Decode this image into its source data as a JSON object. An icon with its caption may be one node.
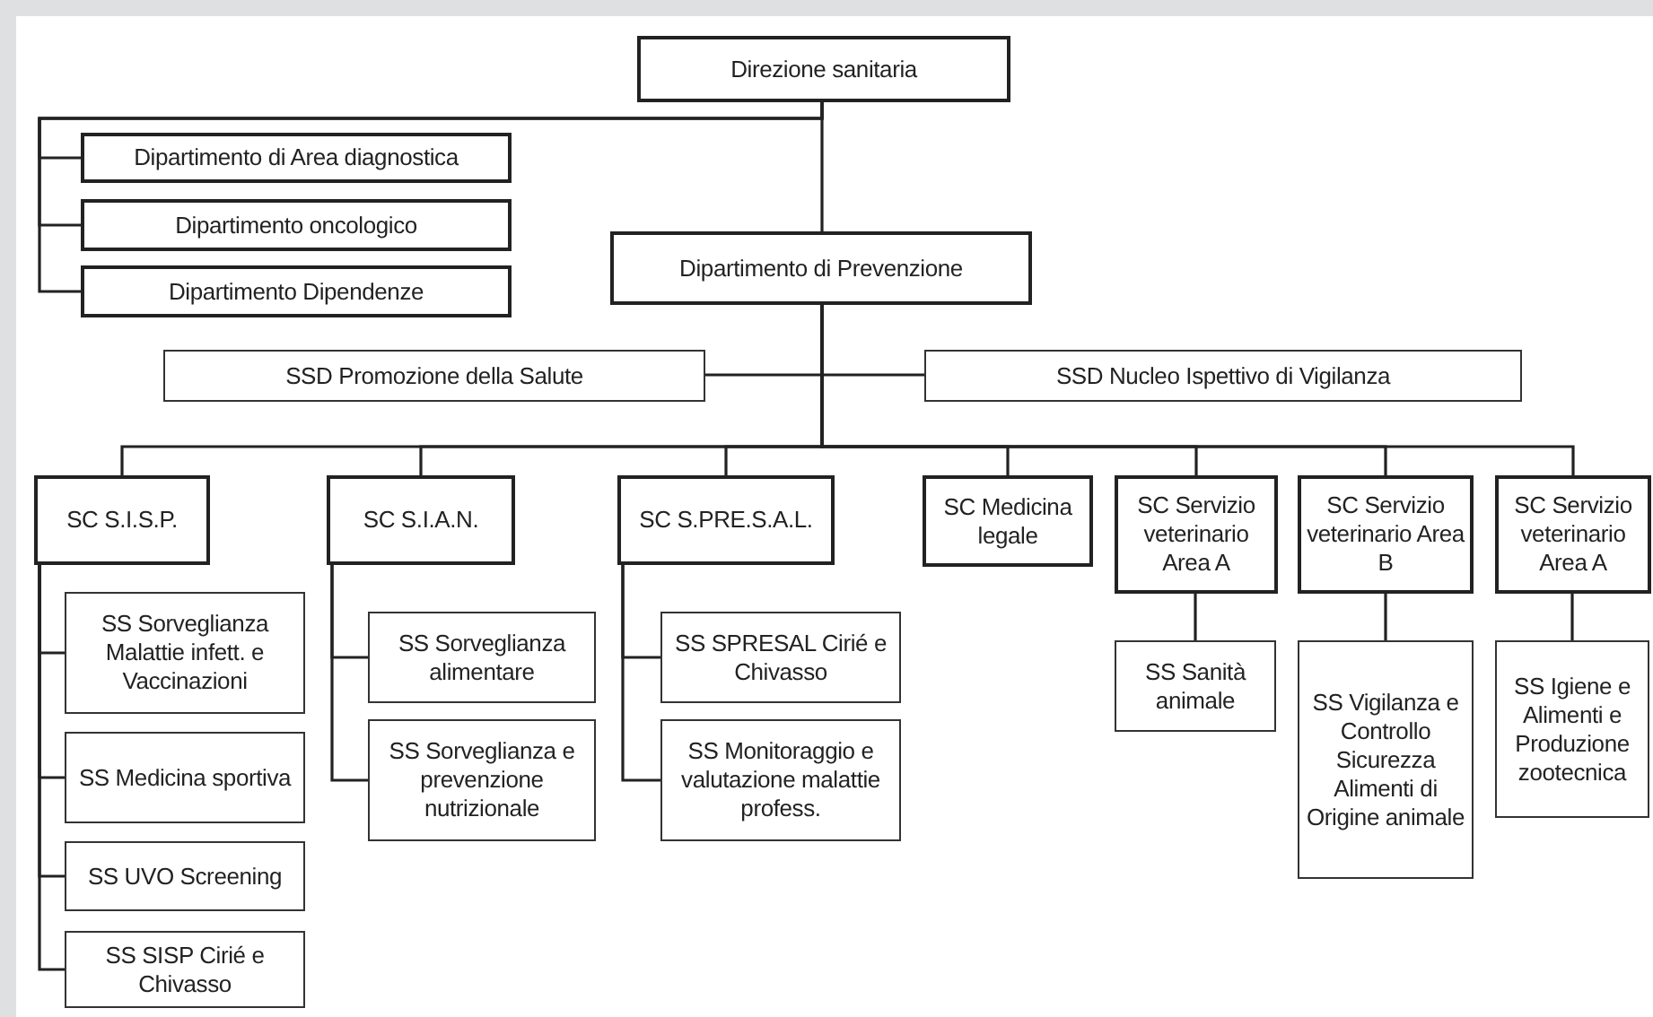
{
  "diagram": {
    "nodes": [
      {
        "text": [
          "Direzione sanitaria"
        ]
      },
      {
        "text": [
          "Dipartimento di Area diagnostica"
        ]
      },
      {
        "text": [
          "Dipartimento oncologico"
        ]
      },
      {
        "text": [
          "Dipartimento Dipendenze"
        ]
      },
      {
        "text": [
          "Dipartimento di Prevenzione"
        ]
      },
      {
        "text": [
          "SSD Promozione della Salute"
        ]
      },
      {
        "text": [
          "SSD Nucleo Ispettivo di Vigilanza"
        ]
      },
      {
        "text": [
          "SC S.I.S.P."
        ]
      },
      {
        "text": [
          "SC S.I.A.N."
        ]
      },
      {
        "text": [
          "SC S.PRE.S.A.L."
        ]
      },
      {
        "text": [
          "SC Medicina legale"
        ]
      },
      {
        "text": [
          "SC Servizio veterinario Area A"
        ]
      },
      {
        "text": [
          "SC Servizio veterinario Area B"
        ]
      },
      {
        "text": [
          "SC Servizio veterinario Area A"
        ]
      },
      {
        "text": [
          "SS Sorveglianza Malattie infett. e Vaccinazioni"
        ]
      },
      {
        "text": [
          "SS Medicina sportiva"
        ]
      },
      {
        "text": [
          "SS UVO Screening"
        ]
      },
      {
        "text": [
          "SS SISP Cirié e Chivasso"
        ]
      },
      {
        "text": [
          "SS Sorveglianza alimentare"
        ]
      },
      {
        "text": [
          "SS Sorveglianza e prevenzione nutrizionale"
        ]
      },
      {
        "text": [
          "SS SPRESAL Cirié e Chivasso"
        ]
      },
      {
        "text": [
          "SS Monitoraggio e valutazione malattie profess."
        ]
      },
      {
        "text": [
          "SS Sanità animale"
        ]
      },
      {
        "text": [
          "SS Vigilanza e Controllo Sicurezza Alimenti di Origine animale"
        ]
      },
      {
        "text": [
          "SS Igiene e Alimenti e Produzione zootecnica"
        ]
      }
    ],
    "edges": [
      {
        "from": 0,
        "to": 1,
        "arrow": "none"
      },
      {
        "from": 0,
        "to": 2,
        "arrow": "none"
      },
      {
        "from": 0,
        "to": 3,
        "arrow": "none"
      },
      {
        "from": 0,
        "to": 4,
        "arrow": "none"
      },
      {
        "from": 4,
        "to": 5,
        "arrow": "none"
      },
      {
        "from": 4,
        "to": 6,
        "arrow": "none"
      },
      {
        "from": 4,
        "to": 7,
        "arrow": "none"
      },
      {
        "from": 4,
        "to": 8,
        "arrow": "none"
      },
      {
        "from": 4,
        "to": 9,
        "arrow": "none"
      },
      {
        "from": 4,
        "to": 10,
        "arrow": "none"
      },
      {
        "from": 4,
        "to": 11,
        "arrow": "none"
      },
      {
        "from": 4,
        "to": 12,
        "arrow": "none"
      },
      {
        "from": 4,
        "to": 13,
        "arrow": "none"
      },
      {
        "from": 7,
        "to": 14,
        "arrow": "none"
      },
      {
        "from": 7,
        "to": 15,
        "arrow": "none"
      },
      {
        "from": 7,
        "to": 16,
        "arrow": "none"
      },
      {
        "from": 7,
        "to": 17,
        "arrow": "none"
      },
      {
        "from": 8,
        "to": 18,
        "arrow": "none"
      },
      {
        "from": 8,
        "to": 19,
        "arrow": "none"
      },
      {
        "from": 9,
        "to": 20,
        "arrow": "none"
      },
      {
        "from": 9,
        "to": 21,
        "arrow": "none"
      },
      {
        "from": 11,
        "to": 22,
        "arrow": "none"
      },
      {
        "from": 12,
        "to": 23,
        "arrow": "none"
      },
      {
        "from": 13,
        "to": 24,
        "arrow": "none"
      }
    ]
  }
}
